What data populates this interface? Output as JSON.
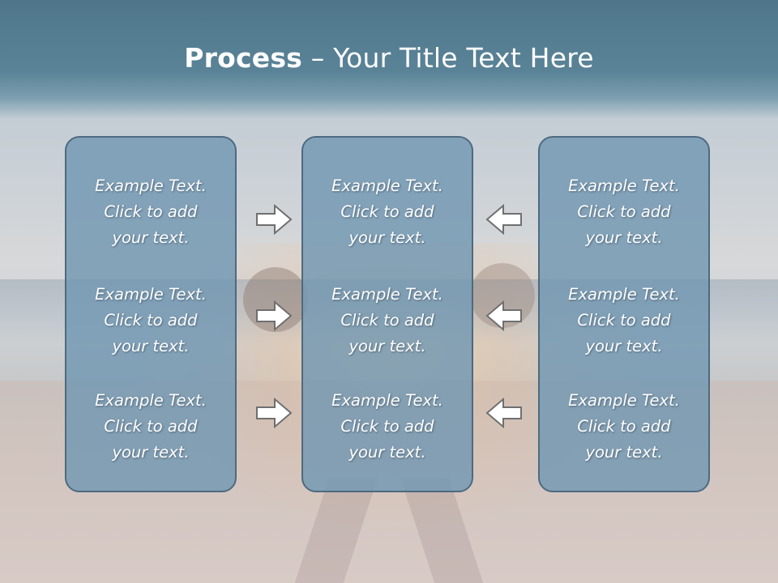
{
  "title": {
    "bold": "Process",
    "rest": " – Your Title Text Here"
  },
  "columns": [
    {
      "position": "left",
      "items": [
        {
          "line1": "Example Text.",
          "line2": "Click  to add",
          "line3": "your text."
        },
        {
          "line1": "Example Text.",
          "line2": "Click  to add",
          "line3": "your text."
        },
        {
          "line1": "Example Text.",
          "line2": "Click  to add",
          "line3": "your text."
        }
      ]
    },
    {
      "position": "center",
      "items": [
        {
          "line1": "Example Text.",
          "line2": "Click  to add",
          "line3": "your text."
        },
        {
          "line1": "Example Text.",
          "line2": "Click  to add",
          "line3": "your text."
        },
        {
          "line1": "Example Text.",
          "line2": "Click  to add",
          "line3": "your text."
        }
      ]
    },
    {
      "position": "right",
      "items": [
        {
          "line1": "Example Text.",
          "line2": "Click  to add",
          "line3": "your text."
        },
        {
          "line1": "Example Text.",
          "line2": "Click  to add",
          "line3": "your text."
        },
        {
          "line1": "Example Text.",
          "line2": "Click  to add",
          "line3": "your text."
        }
      ]
    }
  ],
  "arrows": {
    "left_to_center": [
      "arrow-right-icon",
      "arrow-right-icon",
      "arrow-right-icon"
    ],
    "right_to_center": [
      "arrow-left-icon",
      "arrow-left-icon",
      "arrow-left-icon"
    ]
  },
  "colors": {
    "title_band": "#557d92",
    "box_fill": "#7197b2",
    "box_border": "#4d6a80",
    "text": "#ffffff",
    "arrow_fill": "#ffffff",
    "arrow_stroke": "#6f6f6f"
  }
}
